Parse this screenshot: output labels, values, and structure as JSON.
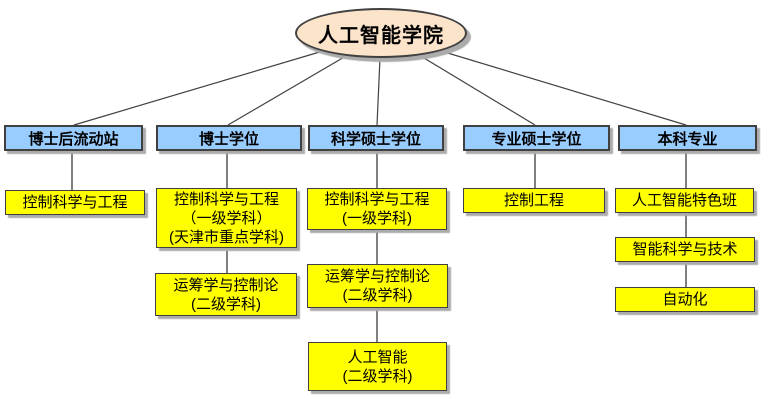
{
  "title": "人工智能学院",
  "columns": [
    {
      "header": "博士后流动站",
      "items": [
        "控制科学与工程"
      ]
    },
    {
      "header": "博士学位",
      "items": [
        "控制科学与工程\n（一级学科）\n(天津市重点学科)",
        "运筹学与控制论\n(二级学科)"
      ]
    },
    {
      "header": "科学硕士学位",
      "items": [
        "控制科学与工程\n(一级学科)",
        "运筹学与控制论\n(二级学科)",
        "人工智能\n(二级学科)"
      ]
    },
    {
      "header": "专业硕士学位",
      "items": [
        "控制工程"
      ]
    },
    {
      "header": "本科专业",
      "items": [
        "人工智能特色班",
        "智能科学与技术",
        "自动化"
      ]
    }
  ],
  "colors": {
    "root_fill": "#FCE4CB",
    "header_fill": "#99CCFF",
    "item_fill": "#FFFF00",
    "border": "#404040",
    "connector": "#808080",
    "diagonal": "#404040",
    "shadow": "#ABABAB",
    "text": "#000000"
  }
}
